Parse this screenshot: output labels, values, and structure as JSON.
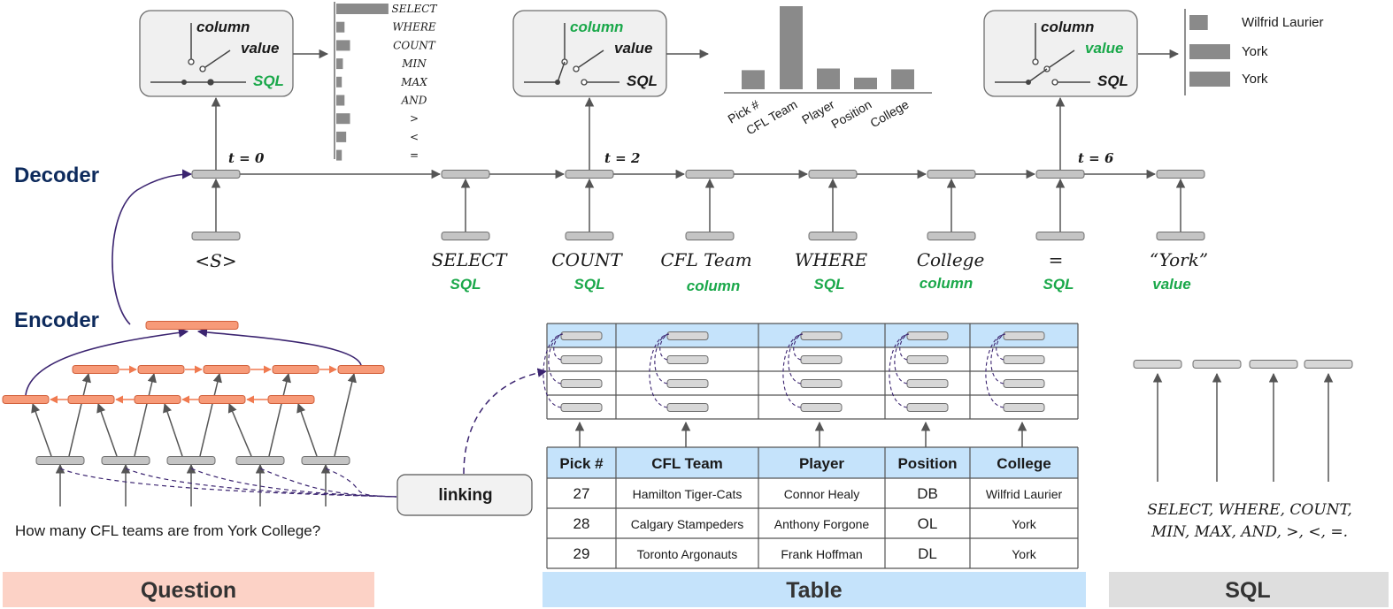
{
  "labels": {
    "decoder": "Decoder",
    "encoder": "Encoder",
    "t0": "t = 0",
    "t2": "t = 2",
    "t6": "t = 6",
    "linking": "linking",
    "question_text": "How many CFL teams are from York College?",
    "sql_list_line1": "SELECT, WHERE, COUNT,",
    "sql_list_line2": "MIN, MAX, AND, >, <, =."
  },
  "switches": [
    {
      "column": "column",
      "value": "value",
      "sql": "SQL",
      "active": "sql"
    },
    {
      "column": "column",
      "value": "value",
      "sql": "SQL",
      "active": "column"
    },
    {
      "column": "column",
      "value": "value",
      "sql": "SQL",
      "active": "value"
    }
  ],
  "decoder_inputs": [
    {
      "token": "<S>",
      "type": ""
    },
    {
      "token": "SELECT",
      "type": "SQL"
    },
    {
      "token": "COUNT",
      "type": "SQL"
    },
    {
      "token": "CFL Team",
      "type": "column"
    },
    {
      "token": "WHERE",
      "type": "SQL"
    },
    {
      "token": "College",
      "type": "column"
    },
    {
      "token": "=",
      "type": "SQL"
    },
    {
      "token": "“York”",
      "type": "value"
    }
  ],
  "chart_data": [
    {
      "type": "bar",
      "orientation": "horizontal",
      "categories": [
        "SELECT",
        "WHERE",
        "COUNT",
        "MIN",
        "MAX",
        "AND",
        ">",
        "<",
        "="
      ],
      "values": [
        0.95,
        0.15,
        0.25,
        0.12,
        0.1,
        0.15,
        0.25,
        0.18,
        0.1
      ],
      "title": "",
      "xlabel": "",
      "ylabel": ""
    },
    {
      "type": "bar",
      "orientation": "vertical",
      "categories": [
        "Pick #",
        "CFL Team",
        "Player",
        "Position",
        "College"
      ],
      "values": [
        0.23,
        1.0,
        0.25,
        0.14,
        0.24
      ],
      "title": "",
      "xlabel": "",
      "ylabel": ""
    },
    {
      "type": "bar",
      "orientation": "horizontal",
      "categories": [
        "Wilfrid Laurier",
        "York",
        "York"
      ],
      "values": [
        0.45,
        1.0,
        1.0
      ],
      "title": "",
      "xlabel": "",
      "ylabel": ""
    }
  ],
  "table": {
    "headers": [
      "Pick #",
      "CFL Team",
      "Player",
      "Position",
      "College"
    ],
    "rows": [
      [
        "27",
        "Hamilton Tiger-Cats",
        "Connor Healy",
        "DB",
        "Wilfrid Laurier"
      ],
      [
        "28",
        "Calgary Stampeders",
        "Anthony Forgone",
        "OL",
        "York"
      ],
      [
        "29",
        "Toronto Argonauts",
        "Frank Hoffman",
        "DL",
        "York"
      ]
    ]
  },
  "sections": {
    "question": "Question",
    "table": "Table",
    "sql": "SQL"
  },
  "colors": {
    "question_band": "#fcd2c6",
    "table_band": "#c5e3fb",
    "sql_band": "#dedede",
    "table_header": "#c5e3fb",
    "encoder_cell": "#f79a78",
    "arrow_purple": "#3b2470",
    "green": "#1aa84a",
    "navy": "#0d2a5c",
    "bar_gray": "#8a8a8a"
  }
}
